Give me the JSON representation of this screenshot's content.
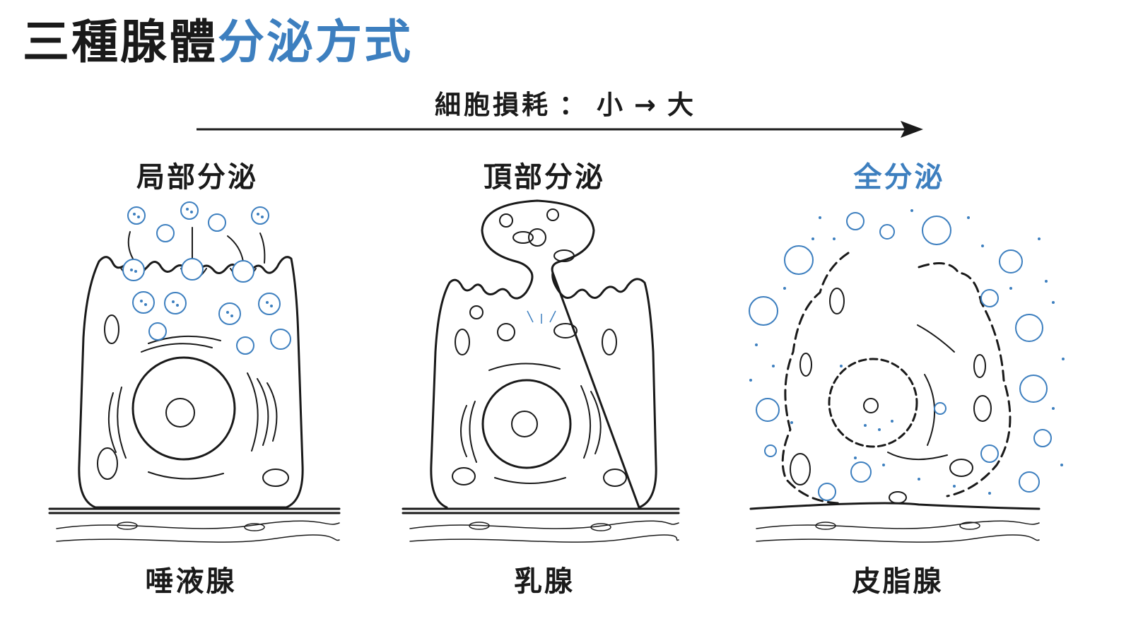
{
  "title": {
    "main": "三種腺體",
    "accent": "分泌方式"
  },
  "axis": {
    "label": "細胞損耗",
    "separator": "：",
    "from": "小",
    "arrow": "→",
    "to": "大"
  },
  "columns": [
    {
      "title": "局部分泌",
      "example": "唾液腺"
    },
    {
      "title": "頂部分泌",
      "example": "乳腺"
    },
    {
      "title": "全分泌",
      "example": "皮脂腺"
    }
  ],
  "colors": {
    "accent": "#3d7fbf",
    "ink": "#1a1a1a",
    "vesicle": "#3d7fbf"
  }
}
